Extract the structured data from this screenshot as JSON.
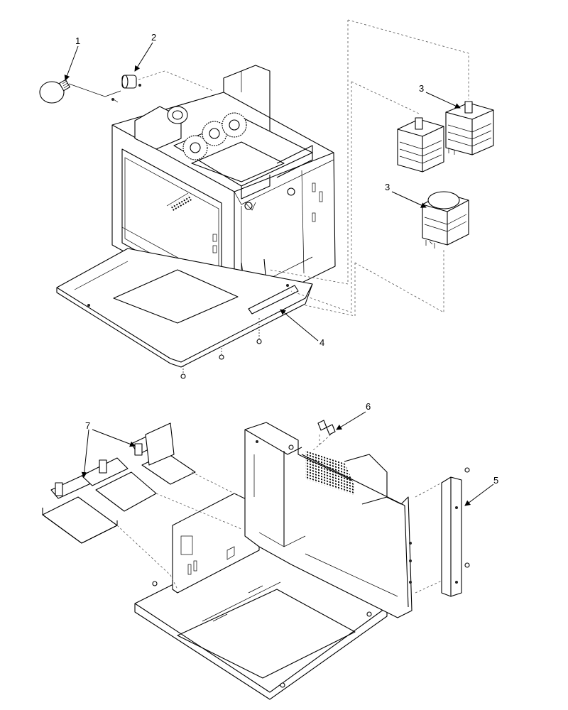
{
  "callouts": [
    {
      "id": "1",
      "label": "1",
      "part": "lamp-bulb"
    },
    {
      "id": "2",
      "label": "2",
      "part": "lamp-socket"
    },
    {
      "id": "3a",
      "label": "3",
      "part": "magnetron-upper"
    },
    {
      "id": "3b",
      "label": "3",
      "part": "magnetron-lower"
    },
    {
      "id": "4",
      "label": "4",
      "part": "base-tray"
    },
    {
      "id": "5",
      "label": "5",
      "part": "side-bracket"
    },
    {
      "id": "6",
      "label": "6",
      "part": "switch-clip"
    },
    {
      "id": "7",
      "label": "7",
      "part": "side-panels"
    }
  ],
  "icons": {
    "arrow": "leader-arrow-icon",
    "screw": "screw-icon"
  }
}
